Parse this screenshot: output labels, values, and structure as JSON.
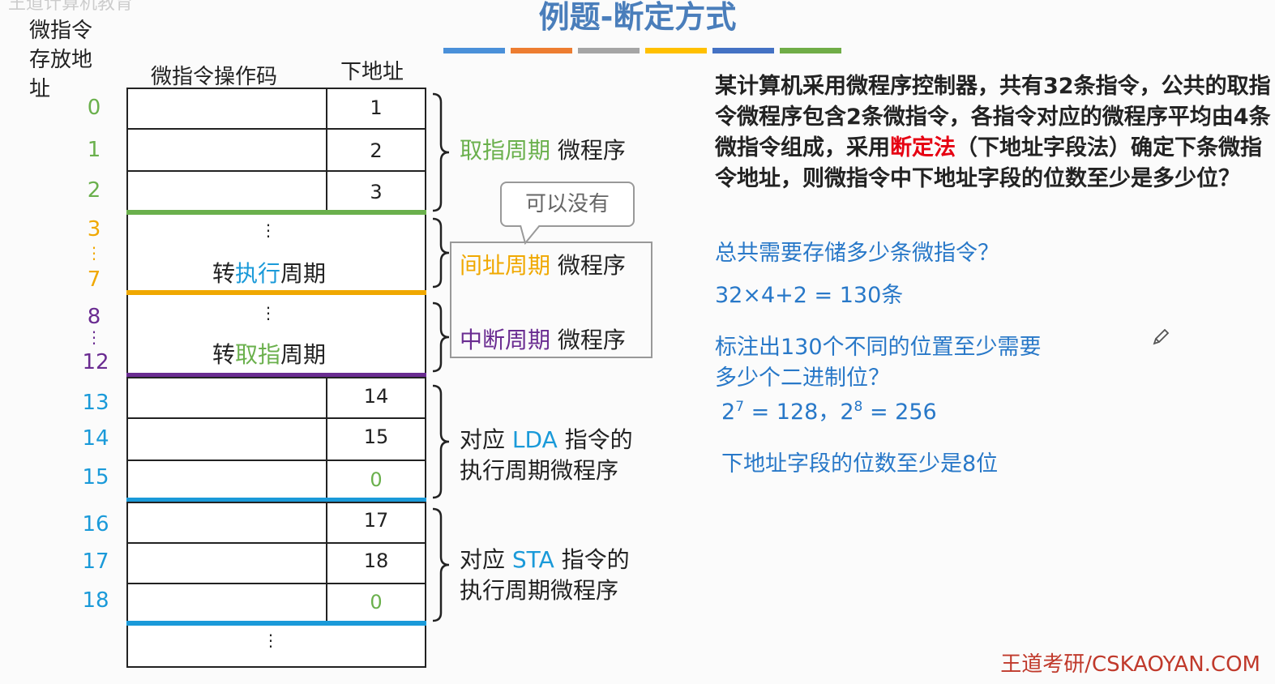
{
  "watermark": "王道计算机教育",
  "title": "例题-断定方式",
  "color_bar": [
    "#4a90d9",
    "#ed7d31",
    "#a5a5a5",
    "#ffc000",
    "#4472c4",
    "#70ad47"
  ],
  "headers": {
    "addr": "微指令存放地址",
    "opcode": "微指令操作码",
    "next": "下地址"
  },
  "addresses": {
    "a0": "0",
    "a1": "1",
    "a2": "2",
    "a3": "3",
    "dots1": "⋮",
    "a7": "7",
    "a8": "8",
    "dots2": "⋮",
    "a12": "12",
    "a13": "13",
    "a14": "14",
    "a15": "15",
    "a16": "16",
    "a17": "17",
    "a18": "18"
  },
  "next_values": {
    "r0": "1",
    "r1": "2",
    "r2": "3",
    "r13": "14",
    "r14": "15",
    "r15": "0",
    "r16": "17",
    "r17": "18",
    "r18": "0"
  },
  "blocks": {
    "indirect_dots": "⋮",
    "indirect_text_a": "转",
    "indirect_text_b": "执行",
    "indirect_text_c": "周期",
    "interrupt_dots": "⋮",
    "interrupt_text_a": "转",
    "interrupt_text_b": "取指",
    "interrupt_text_c": "周期",
    "tail_dots": "⋮"
  },
  "labels": {
    "fetch_a": "取指周期",
    "fetch_b": " 微程序",
    "indirect_a": "间址周期",
    "indirect_b": " 微程序",
    "interrupt_a": "中断周期",
    "interrupt_b": " 微程序",
    "lda_a": "对应 ",
    "lda_b": "LDA",
    "lda_c": " 指令的",
    "lda_d": "执行周期微程序",
    "sta_a": "对应 ",
    "sta_b": "STA",
    "sta_c": " 指令的",
    "sta_d": "执行周期微程序"
  },
  "bubble": "可以没有",
  "question": {
    "p1": "某计算机采用微程序控制器，共有32条指令，公共的取指令微程序包含2条微指令，各指令对应的微程序平均由4条微指令组成，采用",
    "p2": "断定法",
    "p3": "（下地址字段法）确定下条微指令地址，则微指令中下地址字段的位数至少是多少位？"
  },
  "analysis": {
    "q1": "总共需要存储多少条微指令？",
    "calc": "32×4+2 = 130条",
    "q2a": "标注出130个不同的位置至少需要",
    "q2b": "多少个二进制位？",
    "pow_a": "2",
    "pow_a_exp": "7",
    "pow_a_rest": " = 128，",
    "pow_b": "2",
    "pow_b_exp": "8",
    "pow_b_rest": " = 256",
    "answer": "下地址字段的位数至少是8位"
  },
  "footer": "王道考研/CSKAOYAN.COM"
}
